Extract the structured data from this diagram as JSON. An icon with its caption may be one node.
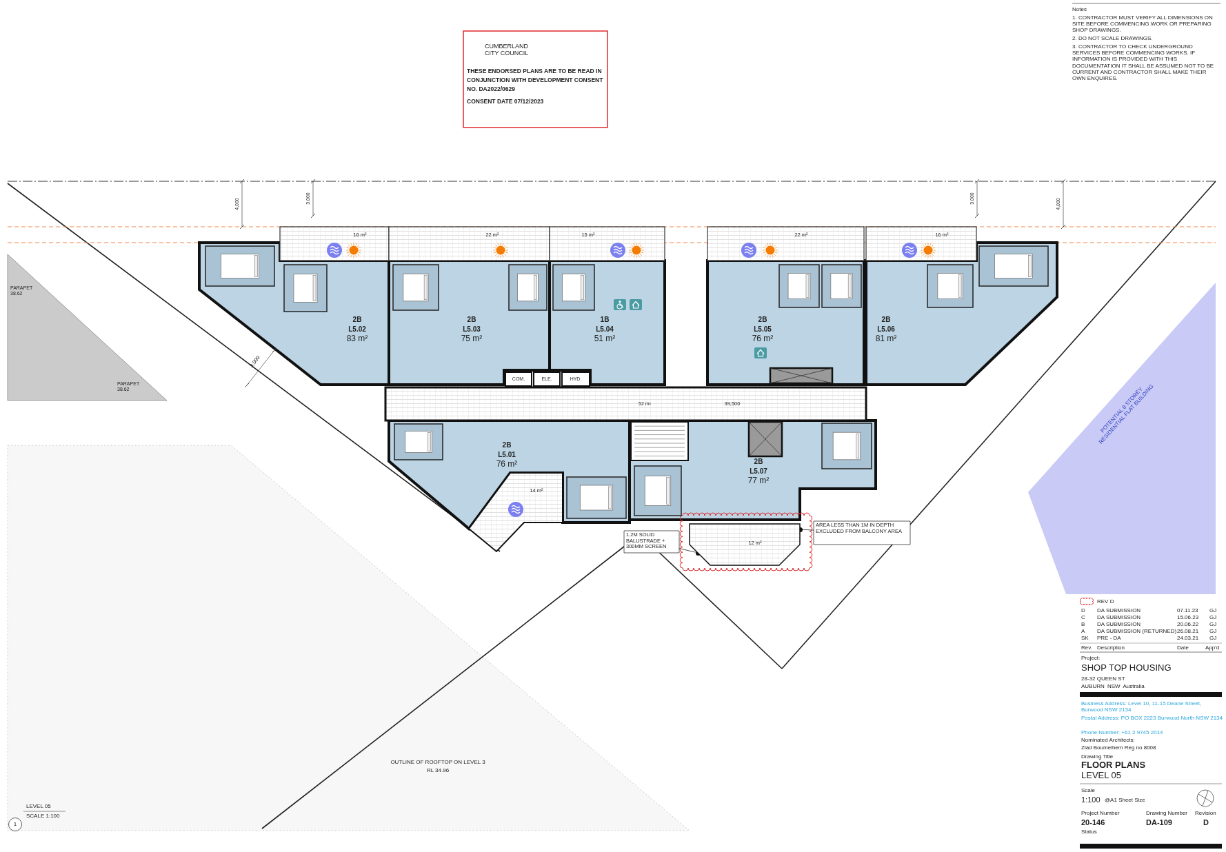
{
  "diagram": {
    "nodes": [
      {
        "text": [
          "CUMBERLAND CITY COUNCIL",
          "THESE ENDORSED PLANS ARE TO BE READ IN CONJUNCTION WITH DEVELOPMENT CONSENT NO. DA2022/0629",
          "CONSENT DATE 07/12/2023"
        ]
      },
      {
        "text": [
          "2B",
          "L5.02",
          "83 m²"
        ]
      },
      {
        "text": [
          "2B",
          "L5.03",
          "75 m²"
        ]
      },
      {
        "text": [
          "1B",
          "L5.04",
          "51 m²"
        ]
      },
      {
        "text": [
          "2B",
          "L5.05",
          "76 m²"
        ]
      },
      {
        "text": [
          "2B",
          "L5.06",
          "81 m²"
        ]
      },
      {
        "text": [
          "2B",
          "L5.01",
          "76 m²"
        ]
      },
      {
        "text": [
          "2B",
          "L5.07",
          "77 m²"
        ]
      },
      {
        "text": [
          "COM."
        ]
      },
      {
        "text": [
          "ELE."
        ]
      },
      {
        "text": [
          "HYD."
        ]
      },
      {
        "text": [
          "52 m²"
        ]
      },
      {
        "text": [
          "1.2M SOLID BALUSTRADE + 300MM SCREEN"
        ]
      },
      {
        "text": [],
        "shape": "circle"
      },
      {
        "text": [
          "AREA LESS THAN 1M IN DEPTH EXCLUDED FROM BALCONY AREA"
        ]
      },
      {
        "text": [],
        "shape": "circle"
      },
      {
        "text": [
          "PARAPET 38.62",
          "PARAPET 38.62"
        ]
      },
      {
        "text": [
          "POTENTIAL 8 STOREY RESIDENTIAL FLAT BUILDING"
        ]
      },
      {
        "text": [
          "1"
        ]
      }
    ],
    "edges": [
      {
        "from": 12,
        "to": 13,
        "arrow": "none"
      },
      {
        "from": 14,
        "to": 15,
        "arrow": "none"
      }
    ],
    "labels": [
      "Notes",
      "1. CONTRACTOR MUST VERIFY ALL DIMENSIONS ON SITE BEFORE COMMENCING WORK OR PREPARING SHOP DRAWINGS.",
      "2. DO NOT SCALE DRAWINGS.",
      "3. CONTRACTOR TO CHECK UNDERGROUND SERVICES BEFORE COMMENCING WORKS. IF INFORMATION IS PROVIDED WITH THIS DOCUMENTATION IT SHALL BE ASSUMED NOT TO BE CURRENT AND CONTRACTOR SHALL MAKE THEIR OWN ENQUIRES.",
      "4,000",
      "3,000",
      "3,000",
      "4,000",
      "16 m²",
      "22 m²",
      "15 m²",
      "22 m²",
      "16 m²",
      "3,000",
      "39,500",
      "14 m²",
      "12 m²",
      "OUTLINE OF ROOFTOP ON LEVEL 3",
      "RL 34.96",
      "LEVEL 05",
      "SCALE 1:100",
      "D",
      "DA SUBMISSION",
      "07.11.23",
      "GJ",
      "C",
      "DA SUBMISSION",
      "15.06.23",
      "GJ",
      "B",
      "DA SUBMISSION",
      "20.06.22",
      "GJ",
      "A",
      "DA SUBMISSION (RETURNED)",
      "26.08.21",
      "GJ",
      "SK",
      "PRE - DA",
      "24.03.21",
      "GJ",
      "Rev.",
      "Description",
      "Date",
      "App'd",
      "Project:",
      "SHOP TOP HOUSING",
      "28-32 QUEEN ST",
      "AUBURN NSW Australia",
      "Business Address: Level 10, 11-15 Deane Street, Burwood NSW 2134",
      "Postal Address: PO BOX 2223 Burwood North NSW 2134",
      "Phone Number: +61 2 9745 2014",
      "Nominated Architects:",
      "Ziad Boumelhem Reg no 8008",
      "Drawing Title",
      "FLOOR PLANS",
      "LEVEL 05",
      "Scale",
      "1:100",
      "@A1 Sheet Size",
      "Project Number",
      "20-146",
      "Status",
      "Drawing Number",
      "DA-109",
      "Revision",
      "D"
    ],
    "legend": [
      {
        "text": "REV D"
      }
    ]
  }
}
